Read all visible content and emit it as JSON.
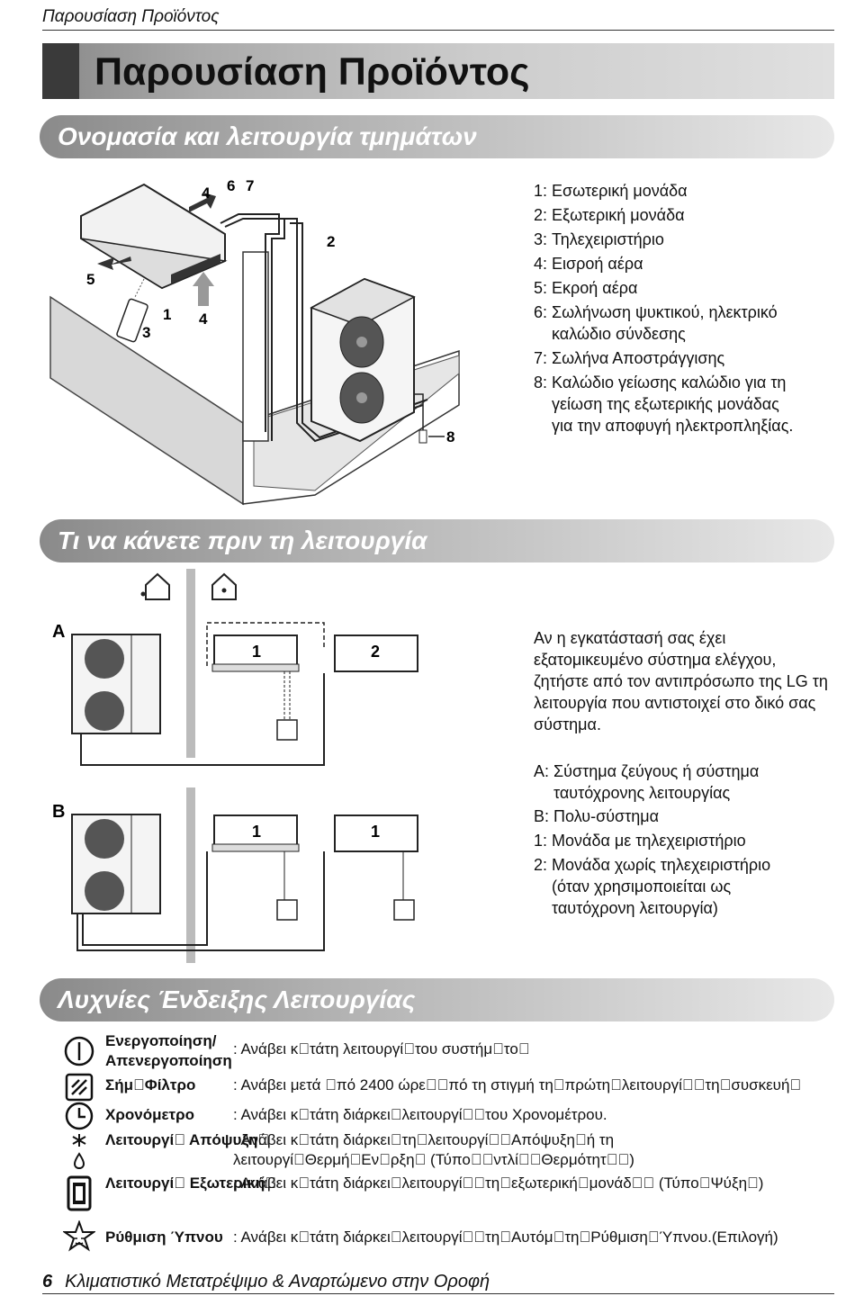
{
  "header": {
    "running_title": "Παρουσίαση Προϊόντος"
  },
  "page_title": "Παρουσίαση Προϊόντος",
  "sections": {
    "parts": {
      "title": "Ονομασία και λειτουργία τμημάτων",
      "diagram_labels": [
        "1",
        "2",
        "3",
        "4",
        "4",
        "5",
        "6",
        "7",
        "8"
      ],
      "items": [
        {
          "num": "1:",
          "text": "Εσωτερική μονάδα"
        },
        {
          "num": "2:",
          "text": "Εξωτερική μονάδα"
        },
        {
          "num": "3:",
          "text": "Τηλεχειριστήριο"
        },
        {
          "num": "4:",
          "text": "Εισροή αέρα"
        },
        {
          "num": "5:",
          "text": "Εκροή αέρα"
        },
        {
          "num": "6:",
          "text": "Σωλήνωση ψυκτικού, ηλεκτρικό καλώδιο σύνδεσης"
        },
        {
          "num": "7:",
          "text": "Σωλήνα Αποστράγγισης"
        },
        {
          "num": "8:",
          "text": "Καλώδιο γείωσης καλώδιο για τη γείωση της εξωτερικής μονάδας για την αποφυγή ηλεκτροπληξίας."
        }
      ]
    },
    "before": {
      "title": "Τι να κάνετε πριν τη λειτουργία",
      "diagram": {
        "row_a": "A",
        "row_b": "B",
        "a_units": [
          "1",
          "2"
        ],
        "b_units": [
          "1",
          "1"
        ]
      },
      "intro": "Αν η εγκατάστασή σας έχει εξατομικευμένο σύστημα ελέγχου, ζητήστε από τον αντιπρόσωπο της LG τη λειτουργία που αντιστοιχεί στο δικό σας σύστημα.",
      "items": [
        {
          "num": "A:",
          "text": "Σύστημα ζεύγους ή σύστημα ταυτόχρονης λειτουργίας"
        },
        {
          "num": "B:",
          "text": "Πολυ-σύστημα"
        },
        {
          "num": "1:",
          "text": "Μονάδα με τηλεχειριστήριο"
        },
        {
          "num": "2:",
          "text": "Μονάδα χωρίς τηλεχειριστήριο (όταν χρησιμοποιείται ως ταυτόχρονη λειτουργία)"
        }
      ]
    },
    "indicators": {
      "title": "Λυχνίες Ένδειξης Λειτουργίας",
      "rows": [
        {
          "icon": "power-icon",
          "label": "Ενεργοποίηση/ Απενεργοποίηση",
          "desc": ": Ανάβει κ\u0000τάτη λειτουργί\u0000του συστήμ\u0000το\u0000"
        },
        {
          "icon": "filter-icon",
          "label": "Σήμ\u0000Φίλτρο",
          "desc": ": Ανάβει μετά \u0000πό 2400 ώρε\u0000\u0000πό τη στιγμή τη\u0000πρώτη\u0000λειτουργί\u0000\u0000τη\u0000συσκευή\u0000"
        },
        {
          "icon": "clock-icon",
          "label": "Χρονόμετρο",
          "desc": ": Ανάβει κ\u0000τάτη διάρκει\u0000λειτουργί\u0000\u0000του Χρονομέτρου."
        },
        {
          "icon": "defrost-icon",
          "label": "Λειτουργί\u0000 Απόψυξη\u0000",
          "desc": ": Ανάβει κ\u0000τάτη διάρκει\u0000τη\u0000λειτουργί\u0000\u0000Απόψυξη\u0000ή τη λειτουργί\u0000Θερμή\u0000Εν\u0000ρξη\u0000 (Τύπο\u0000\u0000ντλί\u0000\u0000Θερμότητ\u0000\u0000)"
        },
        {
          "icon": "outdoor-unit-icon",
          "label": "Λειτουργί\u0000 Εξωτερική\u0000",
          "desc": ": Ανάβει κ\u0000τάτη διάρκει\u0000λειτουργί\u0000\u0000τη\u0000εξωτερική\u0000μονάδ\u0000\u0000 (Τύπο\u0000Ψύξη\u0000)"
        },
        {
          "icon": "sleep-star-icon",
          "label": "Ρύθμιση Ύπνου",
          "desc": ": Ανάβει κ\u0000τάτη διάρκει\u0000λειτουργί\u0000\u0000τη\u0000Αυτόμ\u0000τη\u0000Ρύθμιση\u0000Ύπνου.(Επιλογή)"
        }
      ]
    }
  },
  "footer": {
    "page_number": "6",
    "title": "Κλιματιστικό Μετατρέψιμο & Αναρτώμενο στην Οροφή"
  }
}
